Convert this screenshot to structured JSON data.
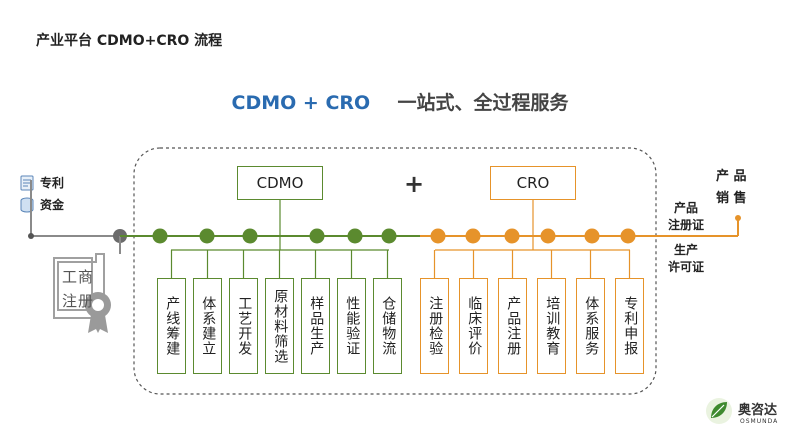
{
  "page_title": "产业平台 CDMO+CRO 流程",
  "headline": {
    "highlight": "CDMO + CRO",
    "rest": "一站式、全过程服务"
  },
  "left_legend": [
    {
      "label": "专利",
      "icon": "document-icon"
    },
    {
      "label": "资金",
      "icon": "coin-stack-icon"
    }
  ],
  "certificate": {
    "row1": [
      "工",
      "商"
    ],
    "row2": [
      "注",
      "册"
    ],
    "icon": "certificate-seal-icon"
  },
  "cdmo": {
    "label": "CDMO",
    "color": "#5b8a2f",
    "items": [
      "产线筹建",
      "体系建立",
      "工艺开发",
      "原材料筛选",
      "样品生产",
      "性能验证",
      "仓储物流"
    ]
  },
  "plus_sign": "+",
  "cro": {
    "label": "CRO",
    "color": "#e6932a",
    "items": [
      "注册检验",
      "临床评价",
      "产品注册",
      "培训教育",
      "体系服务",
      "专利申报"
    ]
  },
  "right_labels": {
    "product_sales": [
      "产 品",
      "销 售"
    ],
    "registration_cert": [
      "产品",
      "注册证"
    ],
    "production_license": [
      "生产",
      "许可证"
    ]
  },
  "logo": {
    "name": "奥咨达",
    "sub": "OSMUNDA",
    "icon": "leaf-logo-icon"
  }
}
